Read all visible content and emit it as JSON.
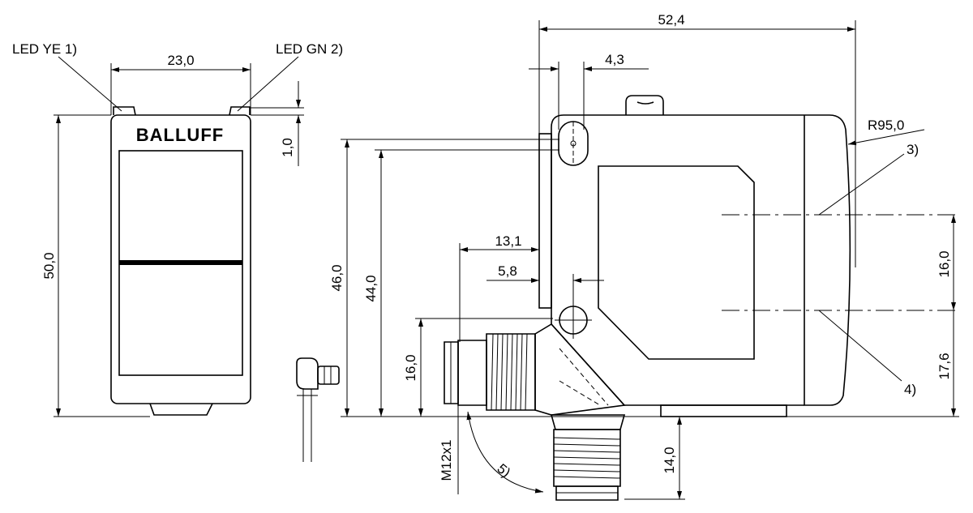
{
  "labels": {
    "led_ye": "LED YE 1)",
    "led_gn": "LED GN 2)",
    "brand": "BALLUFF",
    "note3": "3)",
    "note4": "4)",
    "note5": "5)",
    "radius": "R95,0",
    "thread": "M12x1"
  },
  "dimensions": {
    "front_width": "23,0",
    "front_height": "50,0",
    "led_offset": "1,0",
    "total_length": "52,4",
    "hole_spacing": "4,3",
    "height_46": "46,0",
    "height_44": "44,0",
    "offset_13": "13,1",
    "offset_5": "5,8",
    "connector_16": "16,0",
    "optical_16": "16,0",
    "optical_17": "17,6",
    "connector_14": "14,0"
  }
}
